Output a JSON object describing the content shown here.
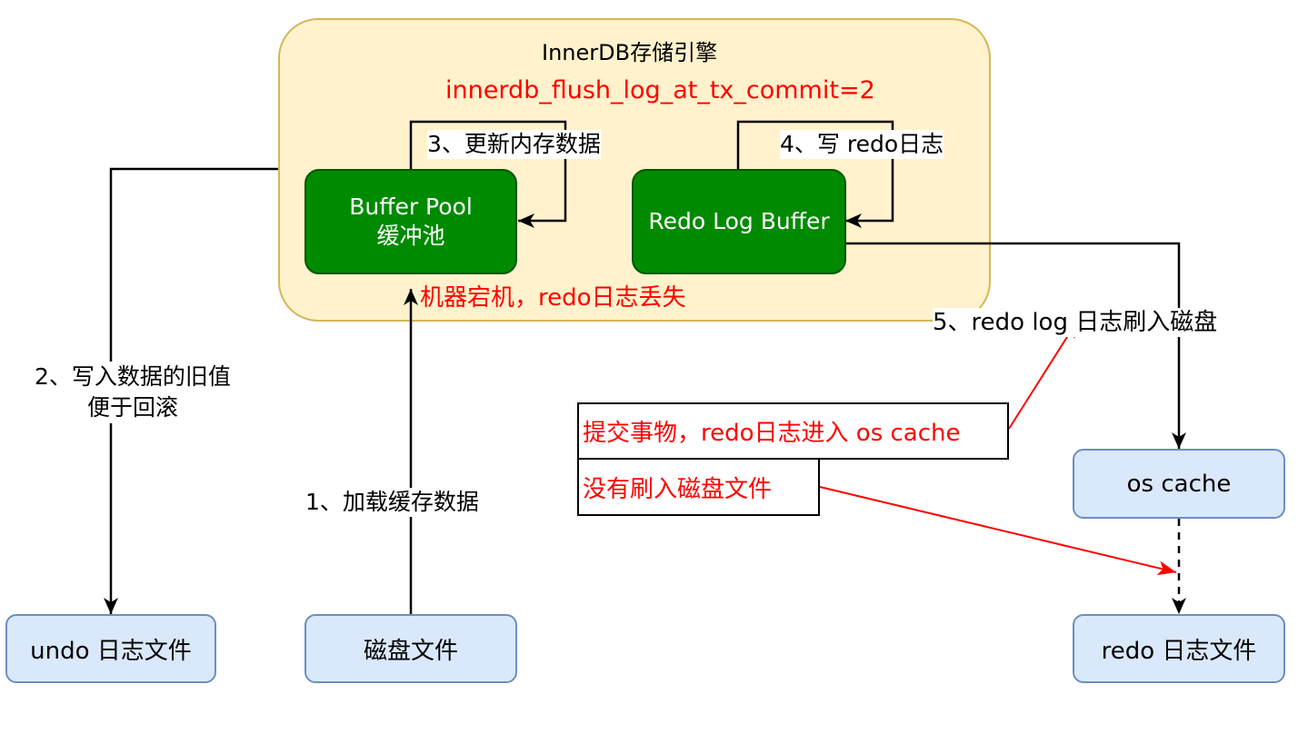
{
  "engine": {
    "title": "InnerDB存储引擎",
    "config": "innerdb_flush_log_at_tx_commit=2"
  },
  "buffer_pool": {
    "line1": "Buffer Pool",
    "line2": "缓冲池"
  },
  "redo_log_buffer": {
    "label": "Redo Log Buffer"
  },
  "undo_file": {
    "label": "undo 日志文件"
  },
  "disk_file": {
    "label": "磁盘文件"
  },
  "os_cache": {
    "label": "os cache"
  },
  "redo_file": {
    "label": "redo 日志文件"
  },
  "steps": {
    "step1": "1、加载缓存数据",
    "step2_line1": "2、写入数据的旧值",
    "step2_line2": "便于回滚",
    "step3": "3、更新内存数据",
    "step4": "4、写 redo日志",
    "step5": "5、redo log 日志刷入磁盘"
  },
  "crash_note": "机器宕机，redo日志丢失",
  "commit_note": "提交事物，redo日志进入 os cache",
  "not_flushed_note": "没有刷入磁盘文件",
  "colors": {
    "engine_fill": "#fff2cc",
    "engine_stroke": "#d6b656",
    "green_fill": "#008a00",
    "blue_fill": "#dae8fc",
    "blue_stroke": "#6c8ebf",
    "highlight": "#ff0000"
  }
}
